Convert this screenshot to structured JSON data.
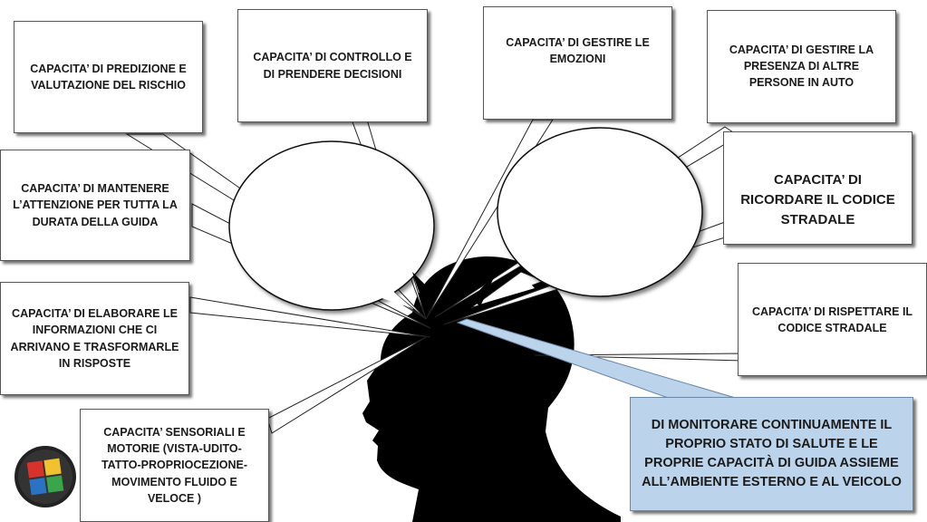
{
  "boxes": {
    "prediction": "CAPACITA’ DI PREDIZIONE E VALUTAZIONE DEL RISCHIO",
    "control": "CAPACITA’ DI CONTROLLO E DI PRENDERE DECISIONI",
    "emotions": "CAPACITA’ DI GESTIRE LE EMOZIONI",
    "passengers": "CAPACITA’ DI GESTIRE LA PRESENZA DI ALTRE PERSONE IN AUTO",
    "attention": "CAPACITA’ DI MANTENERE L’ATTENZIONE PER TUTTA LA DURATA DELLA GUIDA",
    "remember": "CAPACITA’ DI RICORDARE IL CODICE STRADALE",
    "elaborate": "CAPACITA’ DI ELABORARE LE INFORMAZIONI CHE CI ARRIVANO E TRASFORMARLE IN RISPOSTE",
    "respect": "CAPACITA’ DI RISPETTARE IL CODICE STRADALE",
    "sensory": "CAPACITA’ SENSORIALI E MOTORIE (VISTA-UDITO-TATTO-PROPRIOCEZIONE-MOVIMENTO FLUIDO E VELOCE )",
    "monitor": "DI MONITORARE CONTINUAMENTE IL PROPRIO STATO DI SALUTE E LE PROPRIE CAPACITÀ DI GUIDA ASSIEME ALL’AMBIENTE ESTERNO E AL VEICOLO"
  },
  "colors": {
    "head": "#000000",
    "highlight_box": "#bcd4eb",
    "logo_quadrants": [
      "#d9312b",
      "#f2c12e",
      "#2a73c4",
      "#3aa54a"
    ]
  },
  "icons": [
    "head-silhouette-icon",
    "speech-bubble-icon",
    "logo-icon"
  ]
}
